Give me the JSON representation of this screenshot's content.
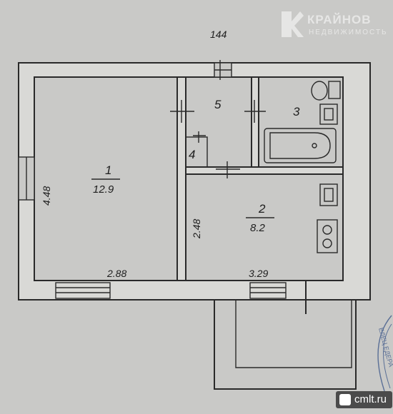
{
  "watermark": {
    "name": "КРАЙНОВ",
    "subtitle": "НЕДВИЖИМОСТЬ"
  },
  "site": {
    "label": "cmlt.ru"
  },
  "stamp": {
    "text": "ЕЛЕЦ ЕДЕРА"
  },
  "plan": {
    "wall_thickness": "144",
    "rooms": [
      {
        "number": "1",
        "area": "12.9"
      },
      {
        "number": "2",
        "area": "8.2"
      },
      {
        "number": "3"
      },
      {
        "number": "4"
      },
      {
        "number": "5"
      }
    ],
    "dimensions": {
      "room1_length": "4.48",
      "room1_width": "2.88",
      "room2_length": "2.48",
      "room2_width": "3.29"
    }
  }
}
